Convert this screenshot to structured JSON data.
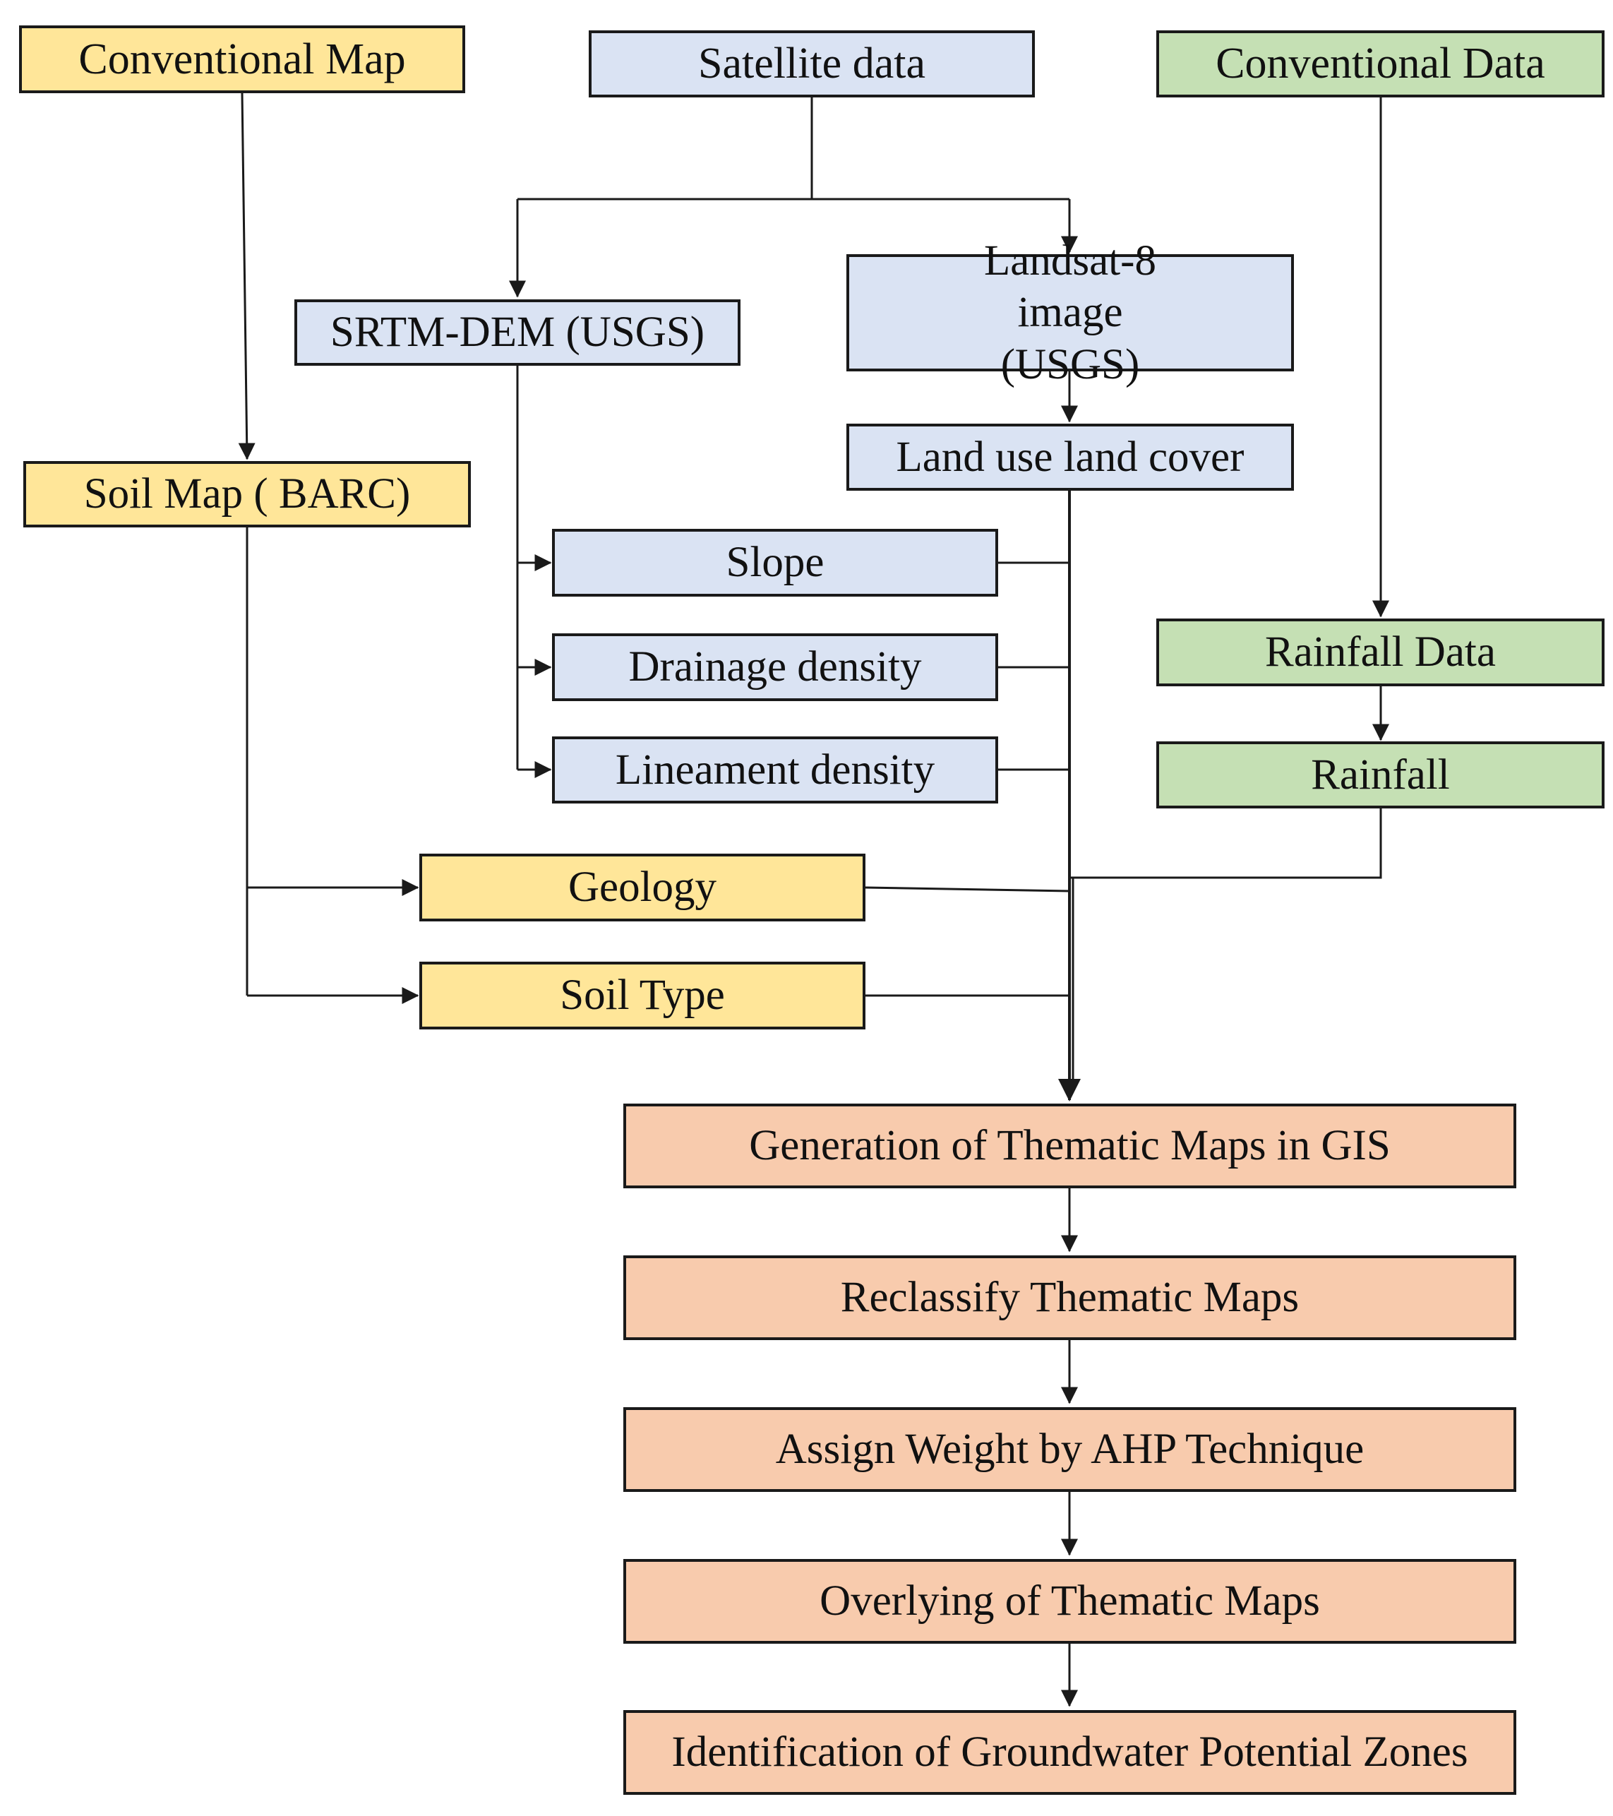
{
  "colors": {
    "conventional_map": "#ffe699",
    "satellite": "#dae3f3",
    "conventional_data": "#c5e0b4",
    "process": "#f8cbad",
    "line": "#1a1a1a"
  },
  "sources": {
    "conventional_map": "Conventional Map",
    "satellite_data": "Satellite  data",
    "conventional_data": "Conventional Data"
  },
  "satellite_products": {
    "srtm": "SRTM-DEM (USGS)",
    "landsat": "Landsat-8 image (USGS)",
    "lulc": "Land use land cover",
    "slope": "Slope",
    "drainage": "Drainage  density",
    "lineament": "Lineament density"
  },
  "conventional_map_products": {
    "soil_map": "Soil Map ( BARC)",
    "geology": "Geology",
    "soil_type": "Soil Type"
  },
  "conventional_data_products": {
    "rainfall_data": "Rainfall  Data",
    "rainfall": "Rainfall"
  },
  "process_steps": {
    "generation": "Generation of Thematic  Maps in GIS",
    "reclassify": "Reclassify  Thematic  Maps",
    "assign_weight": "Assign Weight by AHP Technique",
    "overlying": "Overlying  of Thematic  Maps",
    "identification": "Identification  of Groundwater Potential Zones"
  }
}
